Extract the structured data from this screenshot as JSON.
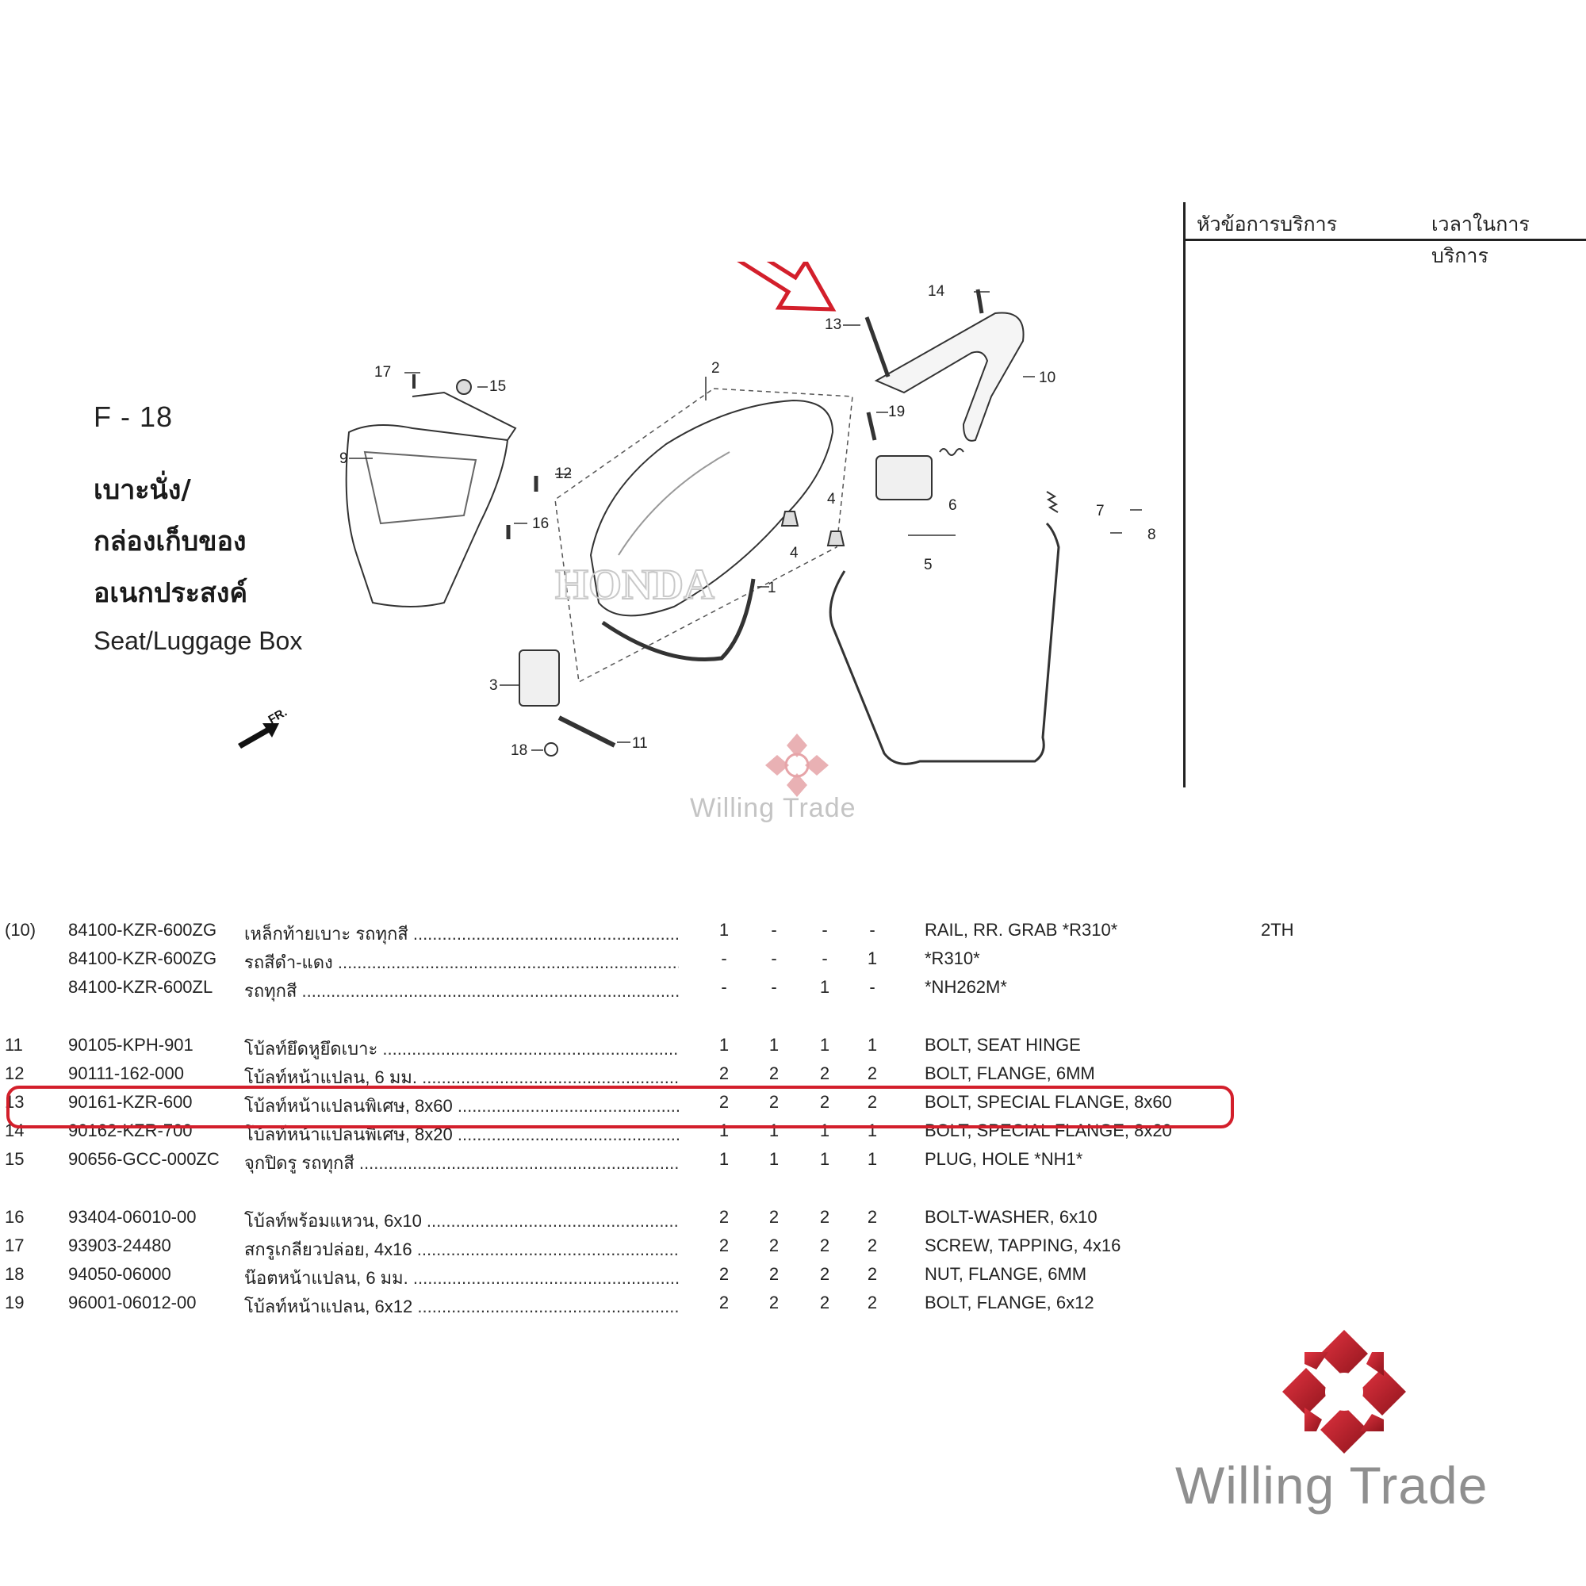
{
  "service": {
    "topic": "หัวข้อการบริการ",
    "time": "เวลาในการบริการ"
  },
  "figure": {
    "code": "F - 18",
    "title_th_line1": "เบาะนั่ง/",
    "title_th_line2": "กล่องเก็บของ",
    "title_th_line3": "อเนกประสงค์",
    "title_en": "Seat/Luggage Box",
    "front_mark": "FR.",
    "callouts": [
      "1",
      "2",
      "3",
      "4",
      "4",
      "5",
      "6",
      "7",
      "8",
      "9",
      "10",
      "11",
      "12",
      "13",
      "14",
      "15",
      "16",
      "17",
      "18",
      "19"
    ],
    "brand_mark": "HONDA"
  },
  "watermark": {
    "text": "Willing Trade",
    "color": "#c8252f"
  },
  "highlight": {
    "color": "#d31f2b",
    "row_ref": "13"
  },
  "parts": [
    {
      "ref": "(10)",
      "part": "84100-KZR-600ZG",
      "desc": "เหล็กท้ายเบาะ  รถทุกสี",
      "q": [
        "1",
        "-",
        "-",
        "-"
      ],
      "en": "RAIL, RR. GRAB *R310*",
      "note": "2TH"
    },
    {
      "ref": "",
      "part": "84100-KZR-600ZG",
      "desc": "รถสีดำ-แดง",
      "q": [
        "-",
        "-",
        "-",
        "1"
      ],
      "en": "*R310*",
      "note": ""
    },
    {
      "ref": "",
      "part": "84100-KZR-600ZL",
      "desc": "รถทุกสี",
      "q": [
        "-",
        "-",
        "1",
        "-"
      ],
      "en": "*NH262M*",
      "note": ""
    },
    {
      "ref": "11",
      "part": "90105-KPH-901",
      "desc": "โบ้ลท์ยึดหูยึดเบาะ",
      "q": [
        "1",
        "1",
        "1",
        "1"
      ],
      "en": "BOLT, SEAT HINGE",
      "note": ""
    },
    {
      "ref": "12",
      "part": "90111-162-000",
      "desc": "โบ้ลท์หน้าแปลน, 6 มม.",
      "q": [
        "2",
        "2",
        "2",
        "2"
      ],
      "en": "BOLT, FLANGE, 6MM",
      "note": ""
    },
    {
      "ref": "13",
      "part": "90161-KZR-600",
      "desc": "โบ้ลท์หน้าแปลนพิเศษ, 8x60",
      "q": [
        "2",
        "2",
        "2",
        "2"
      ],
      "en": "BOLT, SPECIAL FLANGE, 8x60",
      "note": ""
    },
    {
      "ref": "14",
      "part": "90162-KZR-700",
      "desc": "โบ้ลท์หน้าแปลนพิเศษ, 8x20",
      "q": [
        "1",
        "1",
        "1",
        "1"
      ],
      "en": "BOLT, SPECIAL FLANGE, 8x20",
      "note": ""
    },
    {
      "ref": "15",
      "part": "90656-GCC-000ZC",
      "desc": "จุกปิดรู รถทุกสี",
      "q": [
        "1",
        "1",
        "1",
        "1"
      ],
      "en": "PLUG, HOLE *NH1*",
      "note": ""
    },
    {
      "ref": "16",
      "part": "93404-06010-00",
      "desc": "โบ้ลท์พร้อมแหวน, 6x10",
      "q": [
        "2",
        "2",
        "2",
        "2"
      ],
      "en": "BOLT-WASHER, 6x10",
      "note": ""
    },
    {
      "ref": "17",
      "part": "93903-24480",
      "desc": "สกรูเกลียวปล่อย, 4x16",
      "q": [
        "2",
        "2",
        "2",
        "2"
      ],
      "en": "SCREW, TAPPING, 4x16",
      "note": ""
    },
    {
      "ref": "18",
      "part": "94050-06000",
      "desc": "น๊อตหน้าแปลน, 6 มม.",
      "q": [
        "2",
        "2",
        "2",
        "2"
      ],
      "en": "NUT, FLANGE, 6MM",
      "note": ""
    },
    {
      "ref": "19",
      "part": "96001-06012-00",
      "desc": "โบ้ลท์หน้าแปลน, 6x12",
      "q": [
        "2",
        "2",
        "2",
        "2"
      ],
      "en": "BOLT, FLANGE, 6x12",
      "note": ""
    }
  ]
}
